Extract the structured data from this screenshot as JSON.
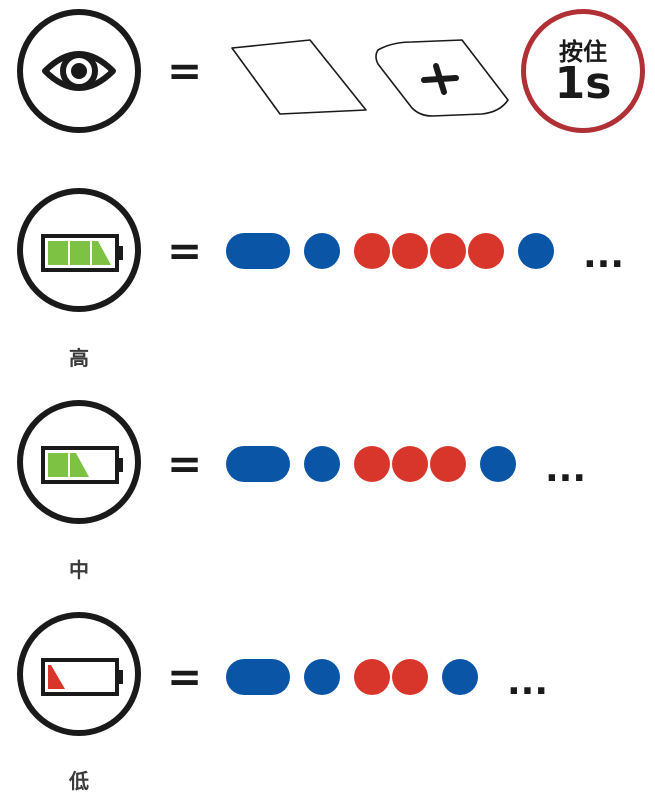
{
  "colors": {
    "stroke": "#1a1a1a",
    "long_flash": "#0b55a6",
    "short_blue": "#0b55a6",
    "short_red": "#d9362b",
    "battery_green": "#7dc242",
    "battery_red": "#d9362b",
    "hold_ring": "#b03035"
  },
  "header_row": {
    "icon": "eye-icon",
    "equals": "=",
    "button_icon_left": "blank-button-icon",
    "button_icon_right": "plus-button-icon",
    "hold": {
      "line1": "按住",
      "line2": "1s"
    }
  },
  "rows": [
    {
      "level": "high",
      "caption": "高",
      "equals": "=",
      "battery_icon": "battery-high-icon",
      "battery_fill": 0.85,
      "pattern": [
        "long-blue",
        "short-blue",
        "short-red",
        "short-red",
        "short-red",
        "short-red",
        "short-blue"
      ],
      "ellipsis": "..."
    },
    {
      "level": "medium",
      "caption": "中",
      "equals": "=",
      "battery_icon": "battery-medium-icon",
      "battery_fill": 0.55,
      "pattern": [
        "long-blue",
        "short-blue",
        "short-red",
        "short-red",
        "short-red",
        "short-blue"
      ],
      "ellipsis": "..."
    },
    {
      "level": "low",
      "caption": "低",
      "equals": "=",
      "battery_icon": "battery-low-icon",
      "battery_fill": 0.2,
      "pattern": [
        "long-blue",
        "short-blue",
        "short-red",
        "short-red",
        "short-blue"
      ],
      "ellipsis": "..."
    }
  ]
}
